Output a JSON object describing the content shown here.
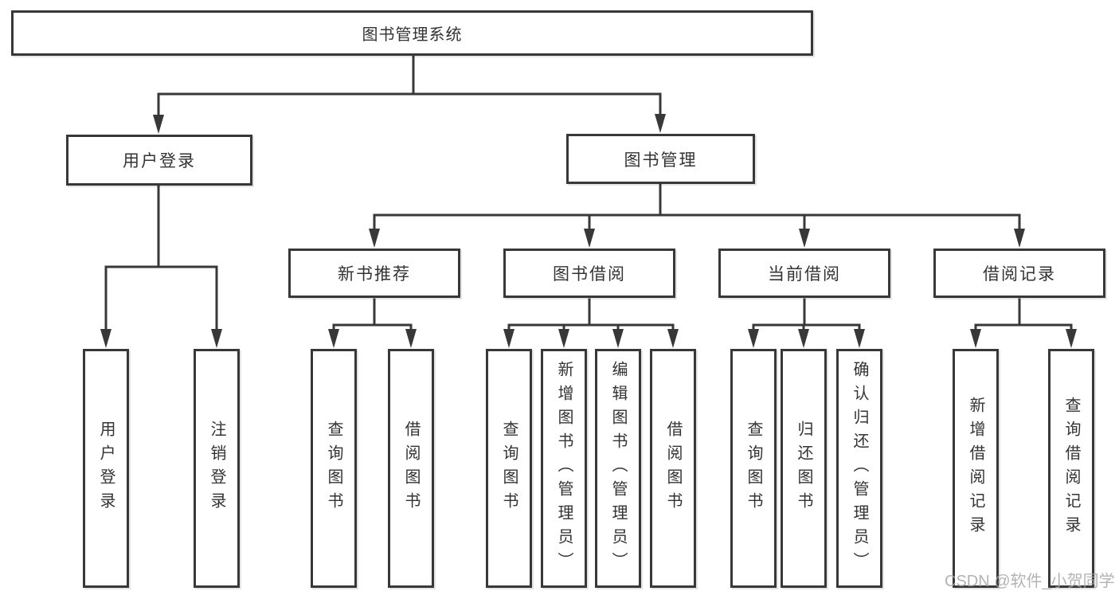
{
  "colors": {
    "line": "#383838",
    "box_border": "#383838",
    "box_bg": "#ffffff",
    "text": "#333333",
    "watermark": "#a6a6a6"
  },
  "watermark": "CSDN @软件_小贺同学",
  "tree": {
    "root": {
      "label": "图书管理系统"
    },
    "branches": [
      {
        "label": "用户登录",
        "leaves": [
          {
            "label": "用户登录"
          },
          {
            "label": "注销登录"
          }
        ]
      },
      {
        "label": "图书管理",
        "sections": [
          {
            "label": "新书推荐",
            "leaves": [
              {
                "label": "查询图书"
              },
              {
                "label": "借阅图书"
              }
            ]
          },
          {
            "label": "图书借阅",
            "leaves": [
              {
                "label": "查询图书"
              },
              {
                "label": "新增图书（管理员）"
              },
              {
                "label": "编辑图书（管理员）"
              },
              {
                "label": "借阅图书"
              }
            ]
          },
          {
            "label": "当前借阅",
            "leaves": [
              {
                "label": "查询图书"
              },
              {
                "label": "归还图书"
              },
              {
                "label": "确认归还（管理员）"
              }
            ]
          },
          {
            "label": "借阅记录",
            "leaves": [
              {
                "label": "新增借阅记录"
              },
              {
                "label": "查询借阅记录"
              }
            ]
          }
        ]
      }
    ]
  }
}
